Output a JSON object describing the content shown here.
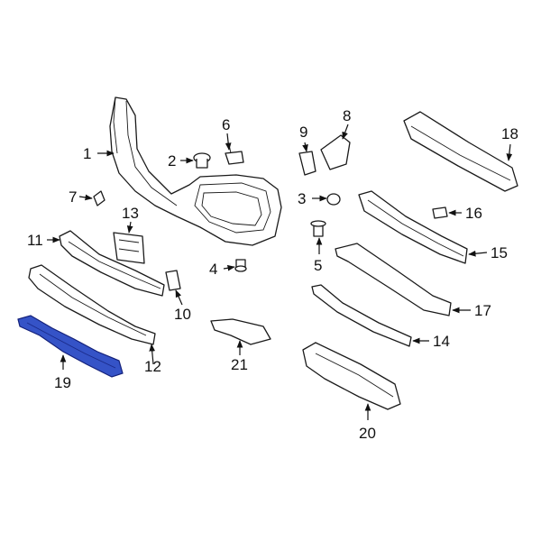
{
  "diagram": {
    "highlight_color": "#3a57c8",
    "callouts": [
      {
        "id": "1",
        "label": "1"
      },
      {
        "id": "2",
        "label": "2"
      },
      {
        "id": "3",
        "label": "3"
      },
      {
        "id": "4",
        "label": "4"
      },
      {
        "id": "5",
        "label": "5"
      },
      {
        "id": "6",
        "label": "6"
      },
      {
        "id": "7",
        "label": "7"
      },
      {
        "id": "8",
        "label": "8"
      },
      {
        "id": "9",
        "label": "9"
      },
      {
        "id": "10",
        "label": "10"
      },
      {
        "id": "11",
        "label": "11"
      },
      {
        "id": "12",
        "label": "12"
      },
      {
        "id": "13",
        "label": "13"
      },
      {
        "id": "14",
        "label": "14"
      },
      {
        "id": "15",
        "label": "15"
      },
      {
        "id": "16",
        "label": "16"
      },
      {
        "id": "17",
        "label": "17"
      },
      {
        "id": "18",
        "label": "18"
      },
      {
        "id": "19",
        "label": "19"
      },
      {
        "id": "20",
        "label": "20"
      },
      {
        "id": "21",
        "label": "21"
      }
    ],
    "highlighted_part": "19"
  }
}
